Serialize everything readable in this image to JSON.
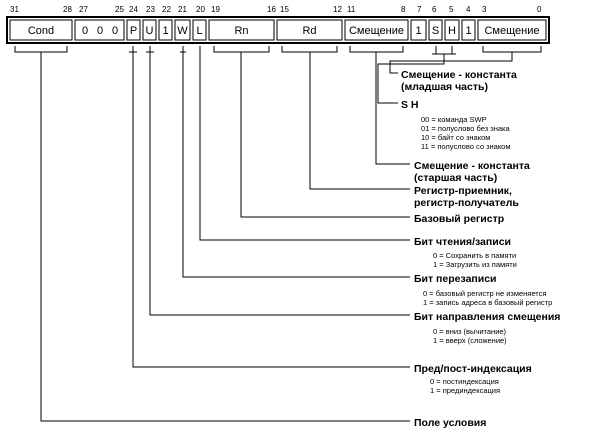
{
  "bit_numbers": {
    "b31": "31",
    "b28": "28",
    "b27": "27",
    "b25": "25",
    "b24": "24",
    "b23": "23",
    "b22": "22",
    "b21": "21",
    "b20": "20",
    "b19": "19",
    "b16": "16",
    "b15": "15",
    "b12": "12",
    "b11": "11",
    "b8": "8",
    "b7": "7",
    "b6": "6",
    "b5": "5",
    "b4": "4",
    "b3": "3",
    "b0": "0"
  },
  "fields": {
    "cond": "Cond",
    "zero1": "0",
    "zero2": "0",
    "zero3": "0",
    "p": "P",
    "u": "U",
    "one1": "1",
    "w": "W",
    "l": "L",
    "rn": "Rn",
    "rd": "Rd",
    "offset_hi": "Смещение",
    "one2": "1",
    "s": "S",
    "h": "H",
    "one3": "1",
    "offset_lo": "Смещение"
  },
  "labels": {
    "offset_lo_title1": "Смещение - константа",
    "offset_lo_title2": "(младшая часть)",
    "sh_title": "S H",
    "sh_desc": [
      "00 = команда SWP",
      "01 = полуслово без знака",
      "10 = байт со знаком",
      "11 = полуслово со знаком"
    ],
    "offset_hi_title1": "Смещение - константа",
    "offset_hi_title2": "(старшая часть)",
    "rd_title1": "Регистр-приемник,",
    "rd_title2": "регистр-получатель",
    "rn_title": "Базовый регистр",
    "l_title": "Бит чтения/записи",
    "l_desc": [
      "0 = Сохранить в памяти",
      "1 = Загрузить из памяти"
    ],
    "w_title": "Бит перезаписи",
    "w_desc": [
      "0 = базовый регистр не изменяется",
      "1 = запись адреса в базовый регистр"
    ],
    "u_title": "Бит направления смещения",
    "u_desc": [
      "0 = вниз (вычитание)",
      "1 = вверх (сложение)"
    ],
    "p_title": "Пред/пост-индексация",
    "p_desc": [
      "0 = постиндексация",
      "1 = прединдексация"
    ],
    "cond_title": "Поле условия"
  }
}
